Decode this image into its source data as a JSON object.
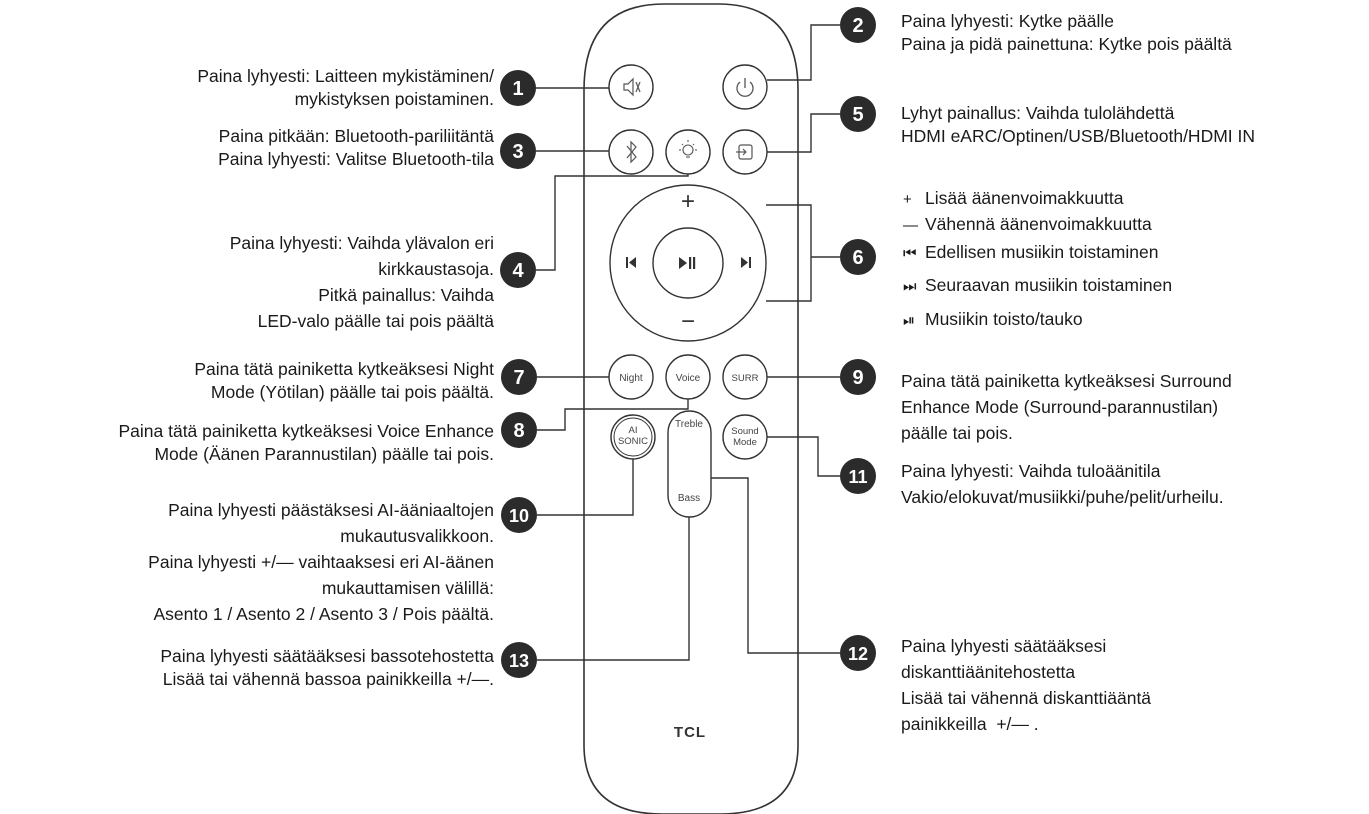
{
  "remote": {
    "brand": "TCL",
    "buttons": {
      "night": "Night",
      "voice": "Voice",
      "surr": "SURR",
      "ai_line1": "AI",
      "ai_line2": "SONIC",
      "treble": "Treble",
      "bass": "Bass",
      "sound_line1": "Sound",
      "sound_line2": "Mode",
      "vol_up": "+",
      "vol_down": "−"
    }
  },
  "callouts": [
    {
      "num": "1",
      "lines": [
        "Paina lyhyesti: Laitteen mykistäminen/",
        "mykistyksen poistaminen."
      ]
    },
    {
      "num": "2",
      "lines": [
        "Paina lyhyesti: Kytke päälle",
        "Paina ja pidä painettuna: Kytke pois päältä"
      ]
    },
    {
      "num": "3",
      "lines": [
        "Paina pitkään: Bluetooth-pariliitäntä",
        "Paina lyhyesti: Valitse Bluetooth-tila"
      ]
    },
    {
      "num": "4",
      "lines": [
        "Paina lyhyesti: Vaihda ylävalon eri",
        "kirkkaustasoja.",
        "Pitkä painallus: Vaihda",
        "LED-valo päälle tai pois päältä"
      ]
    },
    {
      "num": "5",
      "lines": [
        "Lyhyt painallus: Vaihda tulolähdettä",
        "HDMI eARC/Optinen/USB/Bluetooth/HDMI IN"
      ]
    },
    {
      "num": "6",
      "lines": []
    },
    {
      "num": "7",
      "lines": [
        "Paina tätä painiketta kytkeäksesi Night",
        "Mode (Yötilan) päälle tai pois päältä."
      ]
    },
    {
      "num": "8",
      "lines": [
        "Paina tätä painiketta kytkeäksesi Voice Enhance",
        "Mode (Äänen Parannustilan) päälle tai pois."
      ]
    },
    {
      "num": "9",
      "lines": [
        "Paina tätä painiketta kytkeäksesi Surround",
        "Enhance Mode (Surround-parannustilan)",
        "päälle tai pois."
      ]
    },
    {
      "num": "10",
      "lines": [
        "Paina lyhyesti päästäksesi AI-ääniaaltojen",
        "mukautusvalikkoon.",
        "Paina lyhyesti +/— vaihtaaksesi eri AI-äänen",
        "mukauttamisen välillä:",
        "Asento 1 / Asento 2 / Asento 3 / Pois päältä."
      ]
    },
    {
      "num": "11",
      "lines": [
        "Paina lyhyesti: Vaihda tuloäänitila",
        "Vakio/elokuvat/musiikki/puhe/pelit/urheilu."
      ]
    },
    {
      "num": "12",
      "lines": [
        "Paina lyhyesti säätääksesi",
        "diskanttiäänitehostetta",
        "Lisää tai vähennä diskanttiääntä",
        "painikkeilla  +/— ."
      ]
    },
    {
      "num": "13",
      "lines": [
        "Paina lyhyesti säätääksesi bassotehostetta",
        "Lisää tai vähennä bassoa painikkeilla +/—."
      ]
    }
  ],
  "legend6": [
    {
      "symbol": "+",
      "text": "Lisää äänenvoimakkuutta"
    },
    {
      "symbol": "—",
      "text": "Vähennä äänenvoimakkuutta"
    },
    {
      "symbol": "⏮",
      "text": "Edellisen musiikin toistaminen"
    },
    {
      "symbol": "⏭",
      "text": "Seuraavan musiikin toistaminen"
    },
    {
      "symbol": "⏯",
      "text": "Musiikin toisto/tauko"
    }
  ]
}
